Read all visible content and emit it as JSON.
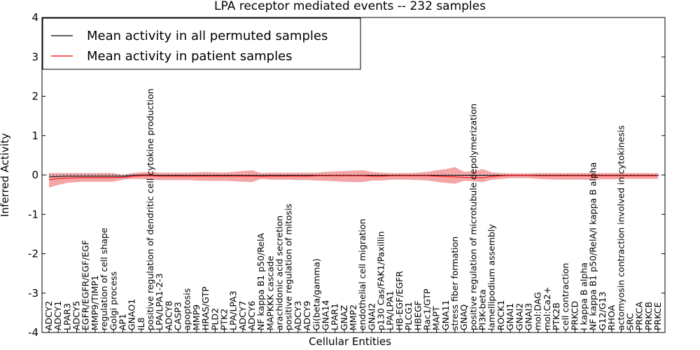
{
  "chart_data": {
    "type": "line",
    "title": "LPA receptor mediated events -- 232 samples",
    "xlabel": "Cellular Entities",
    "ylabel": "Inferred Activity",
    "ylim": [
      -4,
      4
    ],
    "yticks": [
      -4,
      -3,
      -2,
      -1,
      0,
      1,
      2,
      3,
      4
    ],
    "grid": false,
    "legend_position": "top-left",
    "colors": {
      "permuted": "#000000",
      "patient": "#ff0000",
      "band": "#f08080",
      "baseline": "#1f4e79"
    },
    "categories": [
      "ADCY2",
      "ADCY1",
      "LPAR3",
      "ADCY5",
      "EGFR/EGFR/EGF/EGF",
      "MMP9/TIMP1",
      "regulation of cell shape",
      "Golgi process",
      "AP1",
      "GNAO1",
      "IL8",
      "positive regulation of dendritic cell cytokine production",
      "LPA/LPA1-2-3",
      "ADCY8",
      "CASP3",
      "apoptosis",
      "MMP9",
      "HRAS/GTP",
      "PLD2",
      "PTK2",
      "LPA/LPA3",
      "ADCY7",
      "ADCY6",
      "NF kappa B1 p50/RelA",
      "MAPKKK cascade",
      "arachidonic acid secretion",
      "positive regulation of mitosis",
      "ADCY3",
      "ADCY9",
      "Gi(beta/gamma)",
      "GNA14",
      "LPAR1",
      "GNAZ",
      "MMP2",
      "endothelial cell migration",
      "GNAI2",
      "p130 Cas/FAK1/Paxillin",
      "LPA/LPA1",
      "HB-EGF/EGFR",
      "PLCG1",
      "HBEGF",
      "Rac1/GTP",
      "MAPT",
      "GNA11",
      "stress fiber formation",
      "GNAQ",
      "positive regulation of microtubule depolymerization",
      "PI3K-beta",
      "lamellipodium assembly",
      "ROCK1",
      "GNAI1",
      "GNAI2",
      "GNAI3",
      "mol:DAG",
      "mol:Ca2+",
      "PTK2B",
      "cell contraction",
      "PRKCD",
      "I kappa B alpha",
      "NF kappa B1 p50/RelA/I kappa B alpha",
      "G12/G13",
      "RHOA",
      "actomyosin contraction involved in cytokinesis",
      "SRC",
      "PRKCA",
      "PRKCB",
      "PRKCE"
    ],
    "series": [
      {
        "name": "Mean activity in all permuted samples",
        "values": [
          -0.05,
          -0.04,
          -0.03,
          -0.03,
          -0.03,
          -0.03,
          -0.03,
          -0.03,
          -0.03,
          -0.01,
          0.0,
          0.0,
          -0.01,
          -0.01,
          -0.01,
          -0.01,
          -0.01,
          -0.01,
          -0.01,
          -0.01,
          -0.01,
          -0.01,
          -0.01,
          -0.01,
          -0.01,
          -0.01,
          -0.01,
          -0.01,
          -0.01,
          -0.01,
          -0.01,
          -0.01,
          -0.01,
          -0.01,
          -0.01,
          -0.01,
          -0.01,
          -0.01,
          -0.01,
          -0.01,
          -0.01,
          -0.01,
          -0.01,
          -0.01,
          -0.01,
          -0.01,
          -0.01,
          -0.01,
          -0.01,
          -0.01,
          -0.01,
          -0.01,
          -0.01,
          -0.01,
          -0.01,
          -0.01,
          -0.01,
          -0.01,
          -0.01,
          -0.01,
          -0.01,
          -0.01,
          -0.01,
          -0.01,
          -0.01,
          -0.01,
          -0.01
        ]
      },
      {
        "name": "Mean activity in patient samples",
        "values": [
          -0.12,
          -0.09,
          -0.08,
          -0.07,
          -0.07,
          -0.07,
          -0.07,
          -0.07,
          -0.06,
          -0.04,
          -0.02,
          -0.02,
          -0.03,
          -0.03,
          -0.03,
          -0.03,
          -0.03,
          -0.03,
          -0.03,
          -0.03,
          -0.03,
          -0.03,
          -0.03,
          -0.04,
          -0.03,
          -0.03,
          -0.03,
          -0.03,
          -0.03,
          -0.02,
          -0.02,
          -0.02,
          -0.02,
          -0.02,
          -0.02,
          -0.03,
          -0.03,
          -0.02,
          -0.02,
          -0.02,
          -0.02,
          -0.02,
          -0.03,
          -0.04,
          -0.05,
          -0.06,
          -0.07,
          -0.07,
          -0.04,
          -0.02,
          -0.01,
          -0.01,
          -0.01,
          -0.02,
          -0.02,
          -0.02,
          -0.02,
          -0.02,
          -0.02,
          -0.02,
          -0.02,
          -0.02,
          -0.02,
          -0.02,
          -0.02,
          -0.02,
          -0.02
        ]
      }
    ],
    "band_lower": [
      -0.32,
      -0.25,
      -0.2,
      -0.18,
      -0.17,
      -0.17,
      -0.17,
      -0.17,
      -0.12,
      -0.1,
      -0.1,
      -0.12,
      -0.13,
      -0.13,
      -0.13,
      -0.13,
      -0.14,
      -0.15,
      -0.15,
      -0.15,
      -0.16,
      -0.17,
      -0.18,
      -0.1,
      -0.12,
      -0.12,
      -0.12,
      -0.13,
      -0.13,
      -0.14,
      -0.15,
      -0.16,
      -0.17,
      -0.18,
      -0.18,
      -0.14,
      -0.14,
      -0.12,
      -0.12,
      -0.12,
      -0.13,
      -0.14,
      -0.17,
      -0.2,
      -0.22,
      -0.15,
      -0.16,
      -0.18,
      -0.12,
      -0.1,
      -0.08,
      -0.08,
      -0.08,
      -0.1,
      -0.11,
      -0.12,
      -0.12,
      -0.12,
      -0.12,
      -0.12,
      -0.11,
      -0.11,
      -0.1,
      -0.1,
      -0.1,
      -0.1,
      -0.1
    ],
    "band_upper": [
      0.05,
      0.05,
      0.05,
      0.05,
      0.05,
      0.05,
      0.05,
      0.05,
      0.0,
      0.05,
      0.07,
      0.08,
      0.06,
      0.06,
      0.06,
      0.06,
      0.07,
      0.08,
      0.07,
      0.06,
      0.08,
      0.1,
      0.12,
      0.05,
      0.06,
      0.06,
      0.06,
      0.06,
      0.06,
      0.06,
      0.08,
      0.09,
      0.1,
      0.11,
      0.12,
      0.08,
      0.06,
      0.05,
      0.05,
      0.05,
      0.06,
      0.08,
      0.12,
      0.15,
      0.2,
      0.08,
      0.1,
      0.15,
      0.07,
      0.05,
      0.04,
      0.04,
      0.04,
      0.05,
      0.05,
      0.05,
      0.05,
      0.05,
      0.05,
      0.05,
      0.05,
      0.05,
      0.05,
      0.05,
      0.05,
      0.05,
      0.05
    ]
  }
}
